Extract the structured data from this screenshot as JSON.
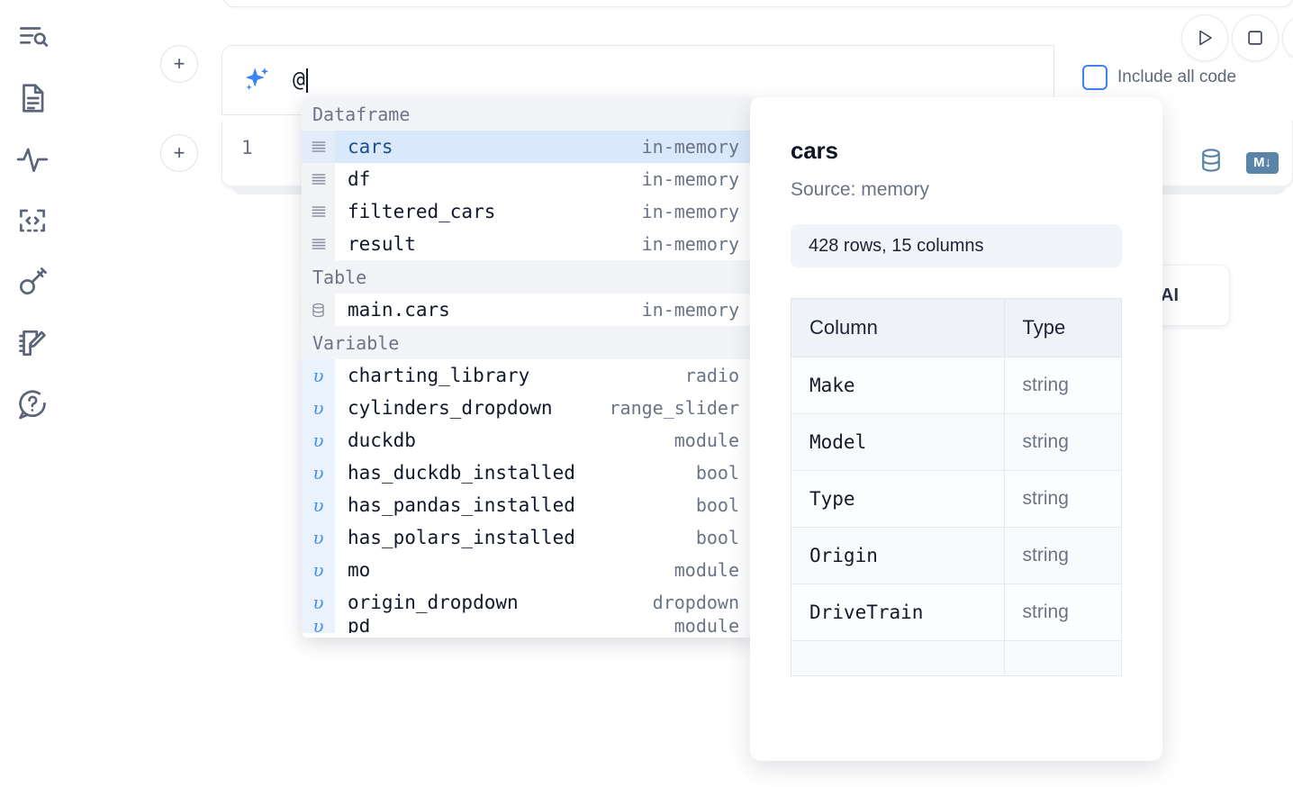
{
  "rail": {
    "items": [
      {
        "name": "explore-outline-icon",
        "label": "Outline / search"
      },
      {
        "name": "file-icon",
        "label": "Files"
      },
      {
        "name": "activity-icon",
        "label": "Activity"
      },
      {
        "name": "code-brackets-icon",
        "label": "Snippets"
      },
      {
        "name": "key-icon",
        "label": "Secrets"
      },
      {
        "name": "notebook-edit-icon",
        "label": "Scratchpad"
      },
      {
        "name": "help-chat-icon",
        "label": "Help"
      }
    ]
  },
  "toolbar": {
    "add_label": "+",
    "run_label": "Run",
    "stop_label": "Stop",
    "include_all_code_label": "Include all code",
    "include_all_code_checked": false,
    "accent_color": "#3b82f6"
  },
  "ai_prompt": {
    "icon": "sparkle-icon",
    "value": "@",
    "placeholder": ""
  },
  "code_cell": {
    "line_number": "1",
    "icons": [
      "database-icon",
      "markdown-icon"
    ],
    "markdown_badge": "M",
    "ai_pill_label": "AI"
  },
  "autocomplete": {
    "groups": [
      {
        "label": "Dataframe",
        "icon": "dataframe-icon",
        "kind": "dataframe",
        "items": [
          {
            "name": "cars",
            "type": "in-memory",
            "selected": true
          },
          {
            "name": "df",
            "type": "in-memory",
            "selected": false
          },
          {
            "name": "filtered_cars",
            "type": "in-memory",
            "selected": false
          },
          {
            "name": "result",
            "type": "in-memory",
            "selected": false
          }
        ]
      },
      {
        "label": "Table",
        "icon": "database-icon",
        "kind": "table",
        "items": [
          {
            "name": "main.cars",
            "type": "in-memory",
            "selected": false
          }
        ]
      },
      {
        "label": "Variable",
        "icon": "variable-icon",
        "kind": "variable",
        "items": [
          {
            "name": "charting_library",
            "type": "radio",
            "selected": false
          },
          {
            "name": "cylinders_dropdown",
            "type": "range_slider",
            "selected": false
          },
          {
            "name": "duckdb",
            "type": "module",
            "selected": false
          },
          {
            "name": "has_duckdb_installed",
            "type": "bool",
            "selected": false
          },
          {
            "name": "has_pandas_installed",
            "type": "bool",
            "selected": false
          },
          {
            "name": "has_polars_installed",
            "type": "bool",
            "selected": false
          },
          {
            "name": "mo",
            "type": "module",
            "selected": false
          },
          {
            "name": "origin_dropdown",
            "type": "dropdown",
            "selected": false
          },
          {
            "name": "pd",
            "type": "module",
            "selected": false,
            "clipped": true
          }
        ]
      }
    ]
  },
  "preview": {
    "title": "cars",
    "source": "Source: memory",
    "stats": "428 rows, 15 columns",
    "table": {
      "headers": [
        "Column",
        "Type"
      ],
      "rows": [
        [
          "Make",
          "string"
        ],
        [
          "Model",
          "string"
        ],
        [
          "Type",
          "string"
        ],
        [
          "Origin",
          "string"
        ],
        [
          "DriveTrain",
          "string"
        ],
        [
          "",
          ""
        ]
      ]
    }
  }
}
